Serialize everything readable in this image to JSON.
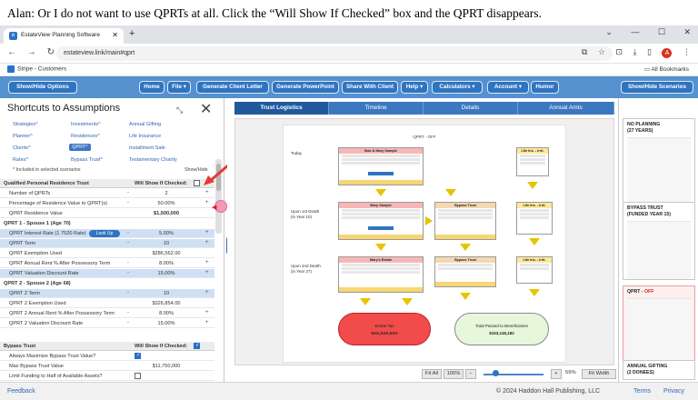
{
  "caption": "Alan: Or I do not want to use QPRTs at all. Click the “Will Show If Checked” box and the QPRT disappears.",
  "browser": {
    "tab_title": "EstateView Planning Software",
    "tab_icon": "e",
    "url": "estateview.link/main#qprt",
    "profile_initial": "A",
    "bookmark": "Stripe - Customers",
    "all_bookmarks": "All Bookmarks"
  },
  "appbar": {
    "show_hide_options": "Show/Hide Options",
    "home": "Home",
    "file": "File ▾",
    "generate_client_letter": "Generate Client Letter",
    "generate_powerpoint": "Generate PowerPoint",
    "share_with_client": "Share With Client",
    "help": "Help ▾",
    "calculators": "Calculators ▾",
    "account": "Account ▾",
    "humor": "Humor",
    "show_hide_scenarios": "Show/Hide Scenarios"
  },
  "left": {
    "title": "Shortcuts to Assumptions",
    "shortcuts": {
      "strategies": "Strategies^",
      "planner": "Planner^",
      "clients": "Clients^",
      "rates": "Rates^",
      "investments": "Investments^",
      "residences": "Residences^",
      "qprt": "QPRT^",
      "bypass_trust": "Bypass Trust^",
      "annual_gifting": "Annual Gifting",
      "life_insurance": "Life Insurance",
      "installment_sale": "Installment Sale",
      "testamentary_charity": "Testamentary Charity"
    },
    "included_note": "* Included in selected scenarios",
    "show_hide": "Show/Hide",
    "qprt_section": {
      "header": "Qualified Personal Residence Trust",
      "will_show": "Will Show If Checked:",
      "rows": [
        {
          "label": "Number of QPRTs",
          "value": "2"
        },
        {
          "label": "Percentage of Residence Value to QPRT(s)",
          "value": "50.00%"
        },
        {
          "label": "QPRT Residence Value",
          "value": "$1,500,000"
        }
      ],
      "spouse1_title": "QPRT 1 - Spouse 1 (Age 70)",
      "spouse1_rows": [
        {
          "label": "QPRT Interest Rate (1 7520 Rate)",
          "value": "5.00%"
        },
        {
          "label": "QPRT Term",
          "value": "10"
        },
        {
          "label": "QPRT Exemption Used",
          "value": "$286,562.00"
        },
        {
          "label": "QPRT Annual Rent % After Possessory Term",
          "value": "8.00%"
        },
        {
          "label": "QPRT Valuation Discount Rate",
          "value": "15.00%"
        }
      ],
      "lookup": "Look Up",
      "spouse2_title": "QPRT 2 - Spouse 2 (Age 68)",
      "spouse2_rows": [
        {
          "label": "QPRT 2 Term",
          "value": "10"
        },
        {
          "label": "QPRT 2 Exemption Used",
          "value": "$326,854.00"
        },
        {
          "label": "QPRT 2 Annual Rent % After Possessory Term",
          "value": "8.00%"
        },
        {
          "label": "QPRT 2 Valuation Discount Rate",
          "value": "15.00%"
        }
      ]
    },
    "bypass_section": {
      "header": "Bypass Trust",
      "will_show": "Will Show If Checked:",
      "rows": [
        {
          "label": "Always Maximize Bypass Trust Value?",
          "value": ""
        },
        {
          "label": "Max Bypass Trust Value",
          "value": "$11,750,000"
        },
        {
          "label": "Limit Funding to Half of Available Assets?",
          "value": ""
        }
      ]
    }
  },
  "center": {
    "tabs": [
      "Trust Logistics",
      "Timeline",
      "Details",
      "Annual Amts"
    ],
    "doc_title": "QPRT - OFF",
    "row_labels": [
      "Today",
      "Upon 1st Death",
      "(in Year 10)",
      "Upon 2nd Death",
      "(in Year 27)"
    ],
    "box_titles": {
      "joint_today": "Bob & Mary Sample",
      "life_ins_today": "Life Ins. - Irrit.",
      "joint_first_death": "Mary Sample",
      "bypass_first_death": "Bypass Trust",
      "life_ins_first_death": "Life Ins. - Irrit.",
      "joint_second_death": "Mary's Estate",
      "bypass_second_death": "Bypass Trust",
      "life_ins_second_death": "Life Ins. - Irrit."
    },
    "ovals": {
      "estate_tax": "Estate Tax",
      "estate_tax_value": "$XX,XXX,XXX",
      "beneficiaries": "Total Passed to Beneficiaries",
      "beneficiaries_value": "$153,146,182"
    },
    "zoom": {
      "fit_all": "Fit All",
      "percent": "100%",
      "minus": "−",
      "plus": "+",
      "readout": "59%",
      "fit_width": "Fit Width"
    }
  },
  "right": {
    "scenarios": [
      {
        "title": "NO PLANNING",
        "sub": "(27 YEARS)"
      },
      {
        "title": "BYPASS TRUST",
        "sub": "(FUNDED YEAR 15)"
      },
      {
        "title": "QPRT - ",
        "status": "OFF"
      },
      {
        "title": "ANNUAL GIFTING",
        "sub": "(2 DONEES)"
      }
    ]
  },
  "footer": {
    "feedback": "Feedback",
    "copyright": "© 2024 Haddon Hall Publishing, LLC",
    "terms": "Terms",
    "privacy": "Privacy"
  },
  "colors": {
    "app_blue": "#5691cf",
    "button_blue": "#2f74c0",
    "highlight_row": "#cfe0f4",
    "estate_tax_red": "#f24b4b",
    "arrow_yellow": "#e6c400"
  }
}
